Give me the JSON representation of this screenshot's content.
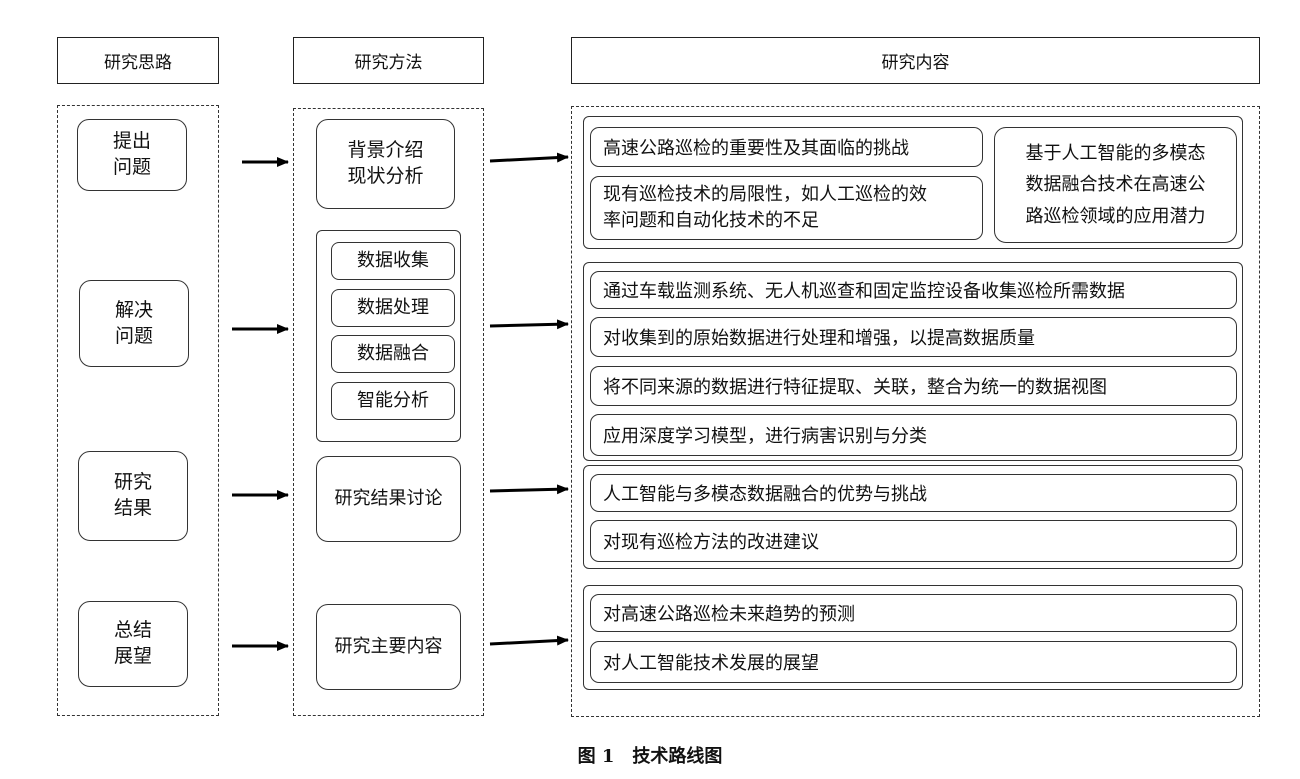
{
  "headers": {
    "approach": "研究思路",
    "method": "研究方法",
    "content": "研究内容"
  },
  "approach": [
    {
      "label": "提出\n问题"
    },
    {
      "label": "解决\n问题"
    },
    {
      "label": "研究\n结果"
    },
    {
      "label": "总结\n展望"
    }
  ],
  "methods": {
    "background": "背景介绍\n现状分析",
    "steps": [
      "数据收集",
      "数据处理",
      "数据融合",
      "智能分析"
    ],
    "results": "研究结果讨论",
    "main": "研究主要内容"
  },
  "content": {
    "group1": {
      "items": [
        "高速公路巡检的重要性及其面临的挑战",
        "现有巡检技术的局限性，如人工巡检的效\n率问题和自动化技术的不足"
      ],
      "side": "基于人工智能的多模态\n数据融合技术在高速公\n路巡检领域的应用潜力"
    },
    "group2": {
      "items": [
        "通过车载监测系统、无人机巡查和固定监控设备收集巡检所需数据",
        "对收集到的原始数据进行处理和增强，以提高数据质量",
        "将不同来源的数据进行特征提取、关联，整合为统一的数据视图",
        "应用深度学习模型，进行病害识别与分类"
      ]
    },
    "group3": {
      "items": [
        "人工智能与多模态数据融合的优势与挑战",
        "对现有巡检方法的改进建议"
      ]
    },
    "group4": {
      "items": [
        "对高速公路巡检未来趋势的预测",
        "对人工智能技术发展的展望"
      ]
    }
  },
  "caption": "图 1　技术路线图"
}
